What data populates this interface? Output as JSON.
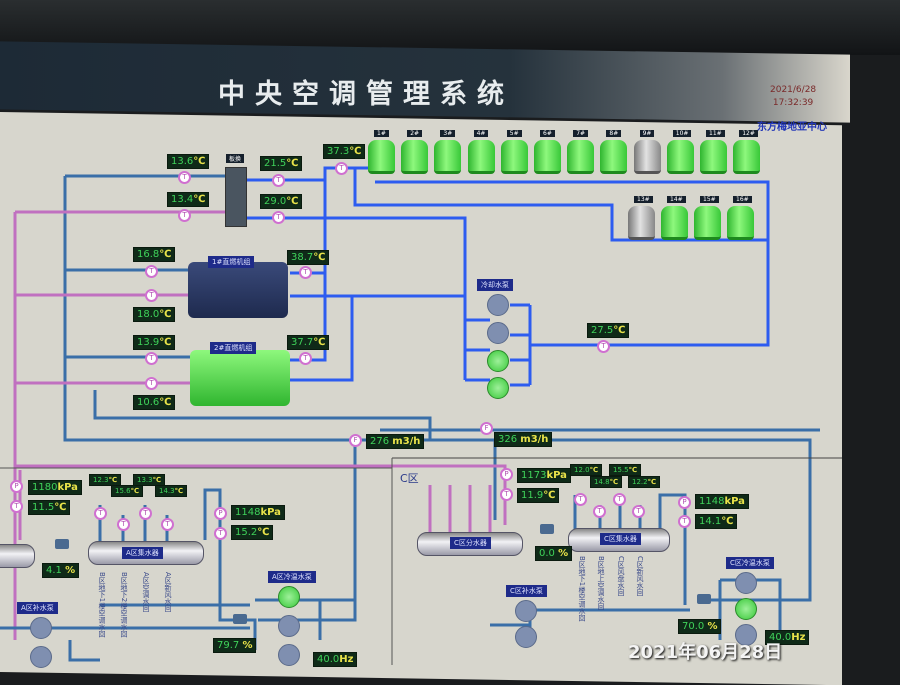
{
  "header": {
    "title": "中央空调管理系统",
    "date": "2021/6/28",
    "time": "17:32:39",
    "organization": "东方梅地亚中心"
  },
  "plate_exchanger": {
    "label": "板换"
  },
  "chillers": [
    {
      "label": "1#直燃机组",
      "status": "off"
    },
    {
      "label": "2#直燃机组",
      "status": "on"
    }
  ],
  "cooling_towers": [
    {
      "label": "1#",
      "on": true
    },
    {
      "label": "2#",
      "on": true
    },
    {
      "label": "3#",
      "on": true
    },
    {
      "label": "4#",
      "on": true
    },
    {
      "label": "5#",
      "on": true
    },
    {
      "label": "6#",
      "on": true
    },
    {
      "label": "7#",
      "on": true
    },
    {
      "label": "8#",
      "on": true
    },
    {
      "label": "9#",
      "on": false
    },
    {
      "label": "10#",
      "on": true
    },
    {
      "label": "11#",
      "on": true
    },
    {
      "label": "12#",
      "on": true
    },
    {
      "label": "13#",
      "on": false
    },
    {
      "label": "14#",
      "on": true
    },
    {
      "label": "15#",
      "on": true
    },
    {
      "label": "16#",
      "on": true
    }
  ],
  "cooling_pumps": {
    "label": "冷却水泵",
    "states": [
      false,
      false,
      true,
      true
    ]
  },
  "readings": {
    "hx_in_top": {
      "v": "13.6",
      "u": "℃"
    },
    "hx_out_top": {
      "v": "21.5",
      "u": "℃"
    },
    "hx_in_bot": {
      "v": "13.4",
      "u": "℃"
    },
    "hx_out_bot": {
      "v": "29.0",
      "u": "℃"
    },
    "tower_supply": {
      "v": "37.3",
      "u": "℃"
    },
    "ch1_in": {
      "v": "16.8",
      "u": "℃"
    },
    "ch1_cond": {
      "v": "38.7",
      "u": "℃"
    },
    "ch1_out": {
      "v": "18.0",
      "u": "℃"
    },
    "ch2_in": {
      "v": "13.9",
      "u": "℃"
    },
    "ch2_cond": {
      "v": "37.7",
      "u": "℃"
    },
    "ch2_out": {
      "v": "10.6",
      "u": "℃"
    },
    "cooling_return": {
      "v": "27.5",
      "u": "℃"
    },
    "flow_a": {
      "v": "276",
      "u": "m3/h"
    },
    "flow_c": {
      "v": "326",
      "u": "m3/h"
    }
  },
  "zone_a": {
    "collector_label": "A区集水器",
    "circ_pump_label": "A区冷温水泵",
    "makeup_pump_label": "A区补水泵",
    "supply_pressure": {
      "v": "1180",
      "u": "kPa"
    },
    "supply_temp": {
      "v": "11.5",
      "u": "℃"
    },
    "branch_temps": [
      {
        "v": "12.3",
        "u": "℃"
      },
      {
        "v": "15.6",
        "u": "℃"
      },
      {
        "v": "13.3",
        "u": "℃"
      },
      {
        "v": "14.3",
        "u": "℃"
      }
    ],
    "branch_labels": [
      "B区地下1楼空调水回",
      "B区地下2楼空调水回",
      "A区空调水回",
      "A区新风水回"
    ],
    "return_pressure": {
      "v": "1148",
      "u": "kPa"
    },
    "return_temp": {
      "v": "15.2",
      "u": "℃"
    },
    "bypass_valve": {
      "v": "4.1",
      "u": "%"
    },
    "pump_valve": {
      "v": "79.7",
      "u": "%"
    },
    "frequency": {
      "v": "40.0",
      "u": "Hz"
    },
    "circ_pumps": [
      true,
      false,
      false
    ]
  },
  "zone_c": {
    "title": "C区",
    "distributor_label": "C区分水器",
    "collector_label": "C区集水器",
    "circ_pump_label": "C区冷温水泵",
    "makeup_pump_label": "C区补水泵",
    "supply_pressure": {
      "v": "1173",
      "u": "kPa"
    },
    "supply_temp": {
      "v": "11.9",
      "u": "℃"
    },
    "branch_temps": [
      {
        "v": "12.0",
        "u": "℃"
      },
      {
        "v": "14.8",
        "u": "℃"
      },
      {
        "v": "15.5",
        "u": "℃"
      },
      {
        "v": "12.2",
        "u": "℃"
      }
    ],
    "branch_labels": [
      "B区地下1楼空调水回",
      "B区地上空调水回",
      "C区风盘水回",
      "C区新风水回"
    ],
    "return_pressure": {
      "v": "1148",
      "u": "kPa"
    },
    "return_temp": {
      "v": "14.1",
      "u": "℃"
    },
    "bypass_valve": {
      "v": "0.0",
      "u": "%"
    },
    "pump_valve": {
      "v": "70.0",
      "u": "%"
    },
    "frequency": {
      "v": "40.0",
      "u": "Hz"
    },
    "circ_pumps": [
      false,
      true,
      false
    ]
  },
  "photo_stamp": "2021年06月28日",
  "colors": {
    "panel": "#d7d6cd",
    "cooling_pipe": "#2d5cf0",
    "chilled_pipe": "#3a6fa8",
    "hot_pipe": "#c070c0",
    "value_bg": "#0f2a18"
  }
}
